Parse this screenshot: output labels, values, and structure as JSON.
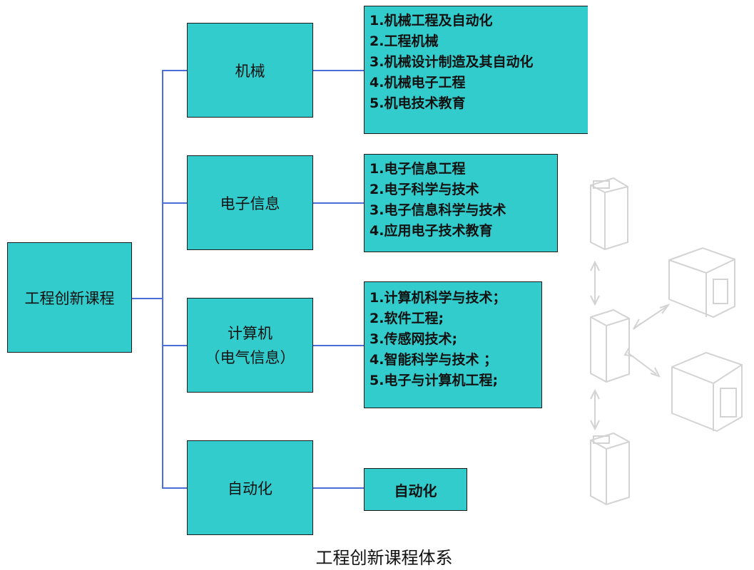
{
  "root": {
    "label": "工程创新课程"
  },
  "branches": [
    {
      "label": "机械",
      "items": [
        "1.机械工程及自动化",
        "2.工程机械",
        "3.机械设计制造及其自动化",
        "4.机械电子工程",
        "5.机电技术教育"
      ]
    },
    {
      "label": "电子信息",
      "items": [
        "1.电子信息工程",
        "2.电子科学与技术",
        "3.电子信息科学与技术",
        "4.应用电子技术教育"
      ]
    },
    {
      "label_line1": "计算机",
      "label_line2": "（电气信息）",
      "items": [
        "1.计算机科学与技术；",
        "2.软件工程;",
        "3.传感网技术;",
        "4.智能科学与技术 ；",
        "5.电子与计算机工程;"
      ]
    },
    {
      "label": "自动化",
      "items": [
        "自动化"
      ]
    }
  ],
  "caption": "工程创新课程体系",
  "colors": {
    "box_fill": "#33cccc",
    "connector": "#4a6fd8"
  }
}
